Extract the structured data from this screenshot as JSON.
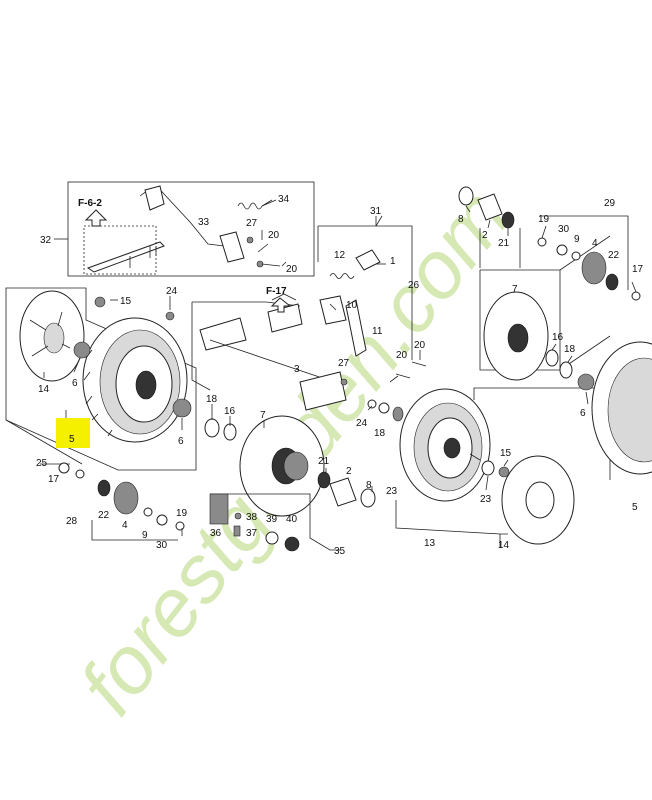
{
  "callouts": {
    "c1": "1",
    "c2a": "2",
    "c2b": "2",
    "c3": "3",
    "c4a": "4",
    "c4b": "4",
    "c5a": "5",
    "c5b": "5",
    "c6a": "6",
    "c6b": "6",
    "c6c": "6",
    "c7a": "7",
    "c7b": "7",
    "c8a": "8",
    "c8b": "8",
    "c9a": "9",
    "c9b": "9",
    "c10": "10",
    "c11": "11",
    "c12": "12",
    "c13": "13",
    "c14a": "14",
    "c14b": "14",
    "c15a": "15",
    "c15b": "15",
    "c16a": "16",
    "c16b": "16",
    "c17a": "17",
    "c17b": "17",
    "c18a": "18",
    "c18b": "18",
    "c18c": "18",
    "c19a": "19",
    "c19b": "19",
    "c20a": "20",
    "c20b": "20",
    "c20c": "20",
    "c20d": "20",
    "c21a": "21",
    "c21b": "21",
    "c22a": "22",
    "c22b": "22",
    "c23a": "23",
    "c23b": "23",
    "c24a": "24",
    "c24b": "24",
    "c25": "25",
    "c26": "26",
    "c27a": "27",
    "c27b": "27",
    "c28": "28",
    "c29": "29",
    "c30a": "30",
    "c30b": "30",
    "c31": "31",
    "c32": "32",
    "c33": "33",
    "c34": "34",
    "c35": "35",
    "c36": "36",
    "c37": "37",
    "c38": "38",
    "c39": "39",
    "c40": "40"
  },
  "refs": {
    "f62": "F-6-2",
    "f17": "F-17"
  },
  "watermark": {
    "text": "forestgarden.com"
  },
  "colors": {
    "highlight": "#f4f000",
    "watermark_green": "#c8e29a",
    "watermark_orange": "#f5c48a",
    "watermark_gray": "#d6cfc6"
  }
}
